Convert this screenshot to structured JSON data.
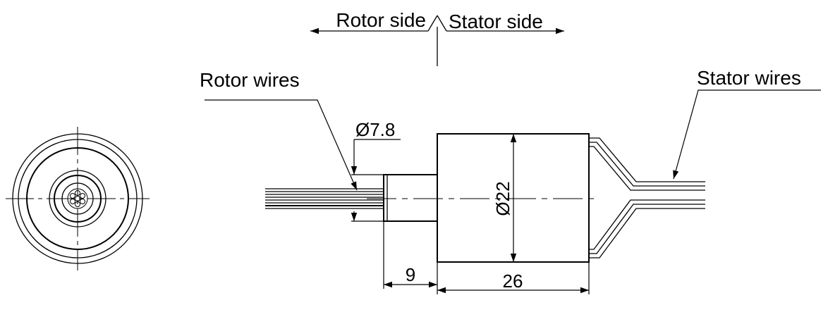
{
  "labels": {
    "rotor_side": "Rotor side",
    "stator_side": "Stator side",
    "rotor_wires": "Rotor wires",
    "stator_wires": "Stator wires"
  },
  "dimensions": {
    "shaft_diameter": "Ø7.8",
    "body_diameter": "Ø22",
    "shaft_length": "9",
    "body_length": "26"
  }
}
